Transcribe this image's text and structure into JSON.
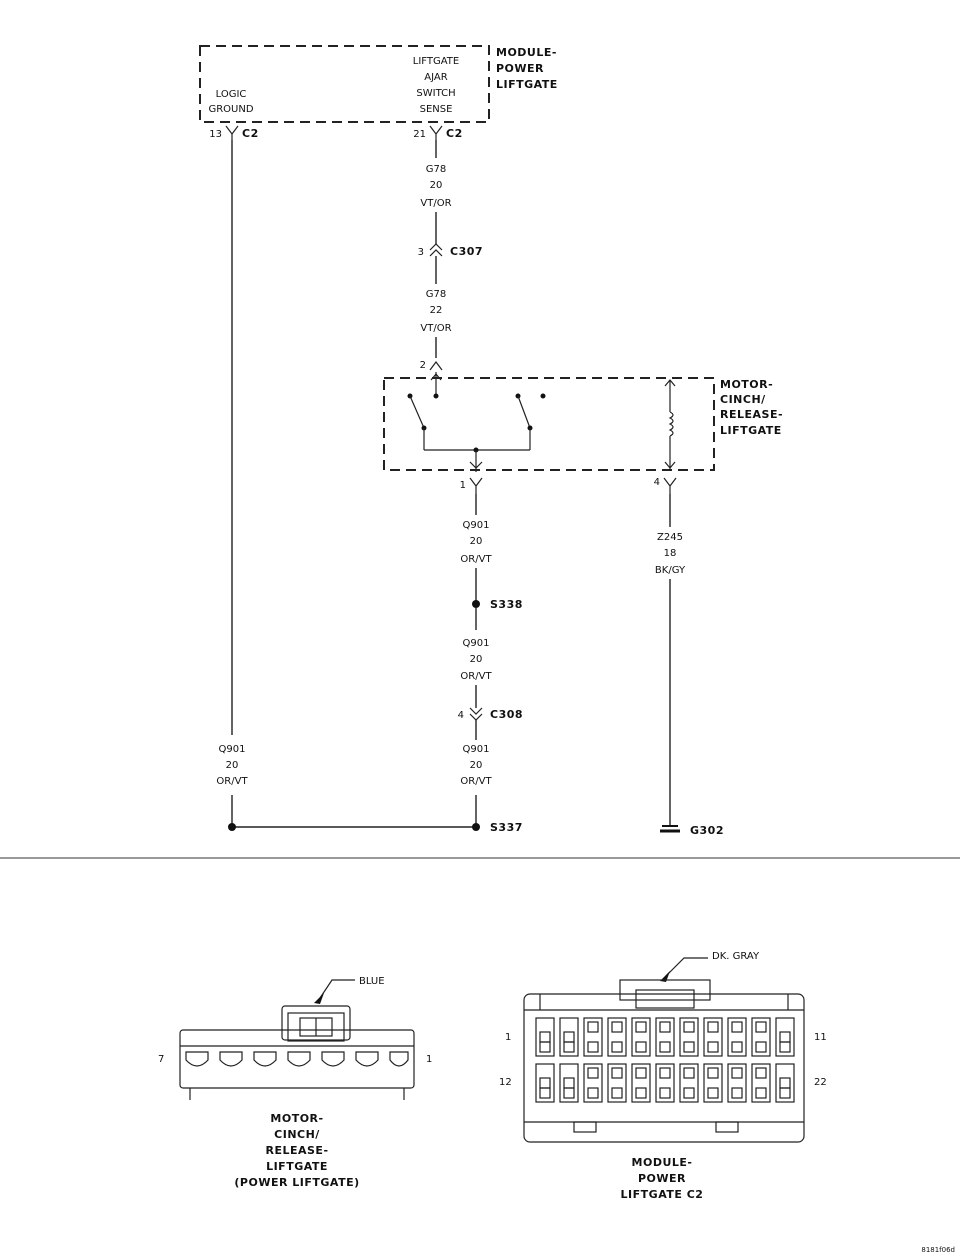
{
  "module_power_liftgate": {
    "title": [
      "MODULE-",
      "POWER",
      "LIFTGATE"
    ],
    "pin_logic_ground": [
      "LOGIC",
      "GROUND"
    ],
    "pin_ajar_sense": [
      "LIFTGATE",
      "AJAR",
      "SWITCH",
      "SENSE"
    ]
  },
  "motor_cinch": {
    "title": [
      "MOTOR-",
      "CINCH/",
      "RELEASE-",
      "LIFTGATE"
    ]
  },
  "pins": {
    "p13": "13",
    "p21": "21",
    "c2a": "C2",
    "c2b": "C2",
    "p3": "3",
    "c307": "C307",
    "p2": "2",
    "p1": "1",
    "p4a": "4",
    "p4b": "4",
    "c308": "C308"
  },
  "wires": {
    "g78_a": [
      "G78",
      "20",
      "VT/OR"
    ],
    "g78_b": [
      "G78",
      "22",
      "VT/OR"
    ],
    "q901_a": [
      "Q901",
      "20",
      "OR/VT"
    ],
    "q901_b": [
      "Q901",
      "20",
      "OR/VT"
    ],
    "q901_c": [
      "Q901",
      "20",
      "OR/VT"
    ],
    "q901_left": [
      "Q901",
      "20",
      "OR/VT"
    ],
    "z245": [
      "Z245",
      "18",
      "BK/GY"
    ]
  },
  "splices": {
    "s338": "S338",
    "s337": "S337",
    "g302": "G302"
  },
  "connector_views": {
    "left": {
      "color": "BLUE",
      "pin_left": "7",
      "pin_right": "1",
      "caption": [
        "MOTOR-",
        "CINCH/",
        "RELEASE-",
        "LIFTGATE",
        "(POWER LIFTGATE)"
      ]
    },
    "right": {
      "color": "DK. GRAY",
      "pin_tl": "1",
      "pin_tr": "11",
      "pin_bl": "12",
      "pin_br": "22",
      "caption": [
        "MODULE-",
        "POWER",
        "LIFTGATE C2"
      ]
    }
  },
  "figure_id": "8181f06d"
}
